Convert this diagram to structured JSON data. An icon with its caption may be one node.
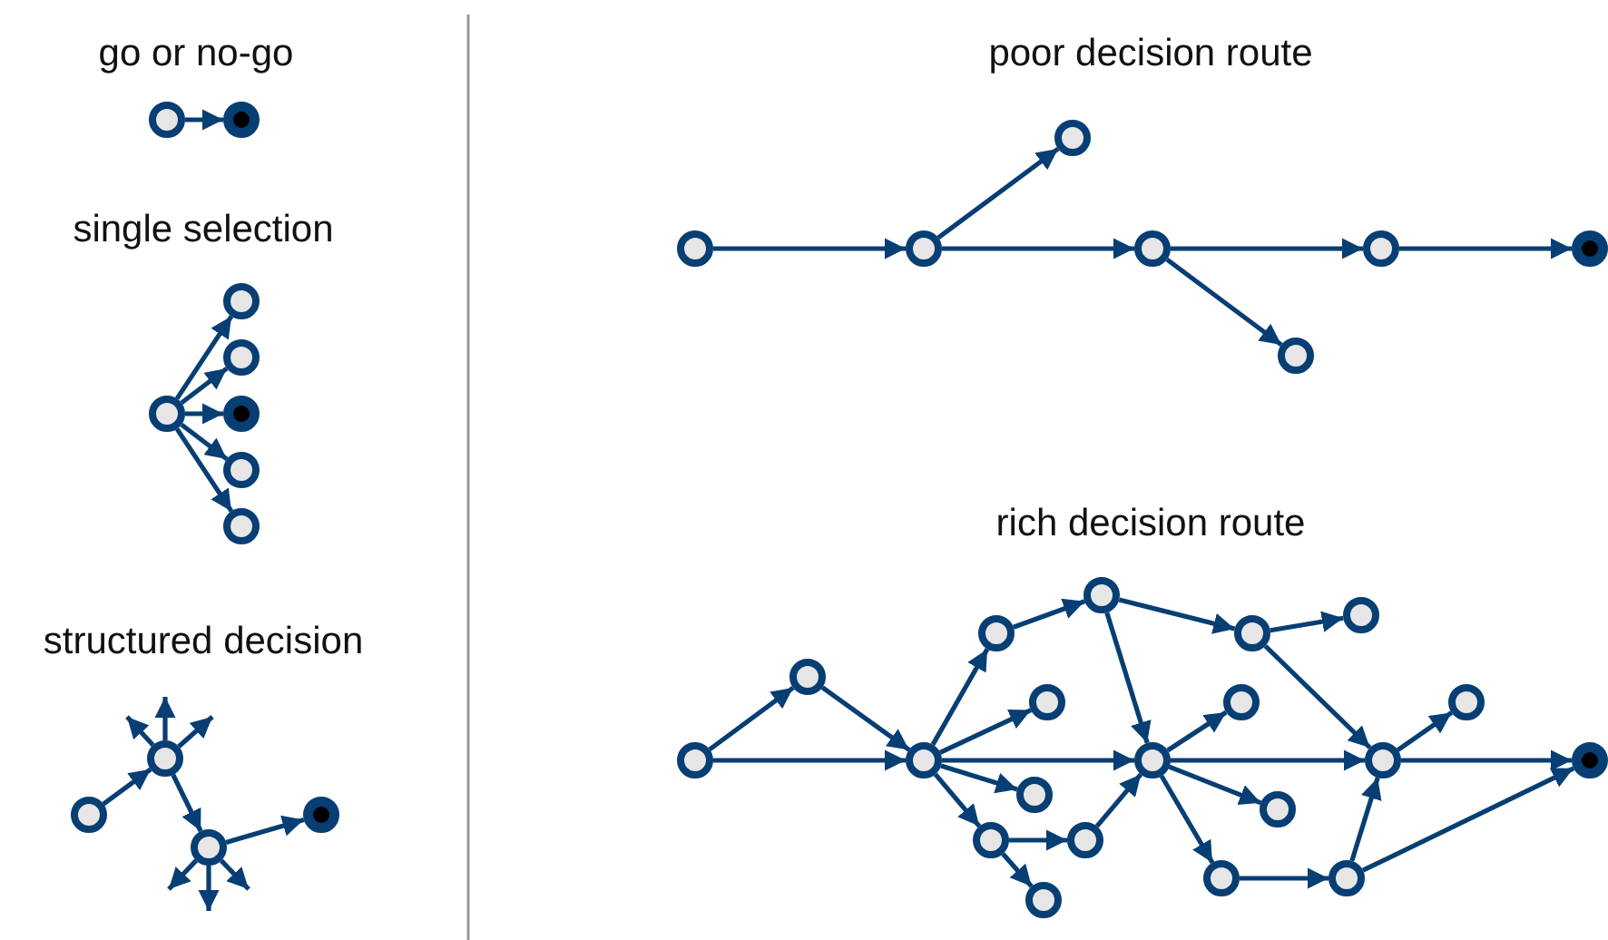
{
  "diagram": {
    "nodes": [
      {
        "text": [],
        "shape": "circle"
      },
      {
        "text": [],
        "shape": "circle"
      },
      {
        "text": [],
        "shape": "circle"
      },
      {
        "text": [],
        "shape": "circle"
      },
      {
        "text": [],
        "shape": "circle"
      },
      {
        "text": [],
        "shape": "circle"
      },
      {
        "text": [],
        "shape": "circle"
      },
      {
        "text": [],
        "shape": "circle"
      },
      {
        "text": [],
        "shape": "circle"
      },
      {
        "text": [],
        "shape": "circle"
      },
      {
        "text": [],
        "shape": "circle"
      },
      {
        "text": [],
        "shape": "circle"
      },
      {
        "text": [],
        "shape": "circle"
      },
      {
        "text": [],
        "shape": "circle"
      },
      {
        "text": [],
        "shape": "circle"
      },
      {
        "text": [],
        "shape": "circle"
      },
      {
        "text": [],
        "shape": "circle"
      },
      {
        "text": [],
        "shape": "circle"
      },
      {
        "text": [],
        "shape": "circle"
      },
      {
        "text": [],
        "shape": "circle"
      },
      {
        "text": [],
        "shape": "circle"
      },
      {
        "text": [],
        "shape": "circle"
      },
      {
        "text": [],
        "shape": "circle"
      },
      {
        "text": [],
        "shape": "circle"
      },
      {
        "text": [],
        "shape": "circle"
      },
      {
        "text": [],
        "shape": "circle"
      },
      {
        "text": [],
        "shape": "circle"
      },
      {
        "text": [],
        "shape": "circle"
      },
      {
        "text": [],
        "shape": "circle"
      },
      {
        "text": [],
        "shape": "circle"
      },
      {
        "text": [],
        "shape": "circle"
      },
      {
        "text": [],
        "shape": "circle"
      },
      {
        "text": [],
        "shape": "circle"
      },
      {
        "text": [],
        "shape": "circle"
      },
      {
        "text": [],
        "shape": "circle"
      },
      {
        "text": [],
        "shape": "circle"
      },
      {
        "text": [],
        "shape": "circle"
      },
      {
        "text": [],
        "shape": "circle"
      },
      {
        "text": [],
        "shape": "circle"
      }
    ],
    "edges": [
      {
        "from": 0,
        "to": 1,
        "arrow": "to"
      },
      {
        "from": 2,
        "to": 3,
        "arrow": "to"
      },
      {
        "from": 2,
        "to": 4,
        "arrow": "to"
      },
      {
        "from": 2,
        "to": 5,
        "arrow": "to"
      },
      {
        "from": 2,
        "to": 6,
        "arrow": "to"
      },
      {
        "from": 2,
        "to": 7,
        "arrow": "to"
      },
      {
        "from": 8,
        "to": 9,
        "arrow": "to"
      },
      {
        "from": 9,
        "to": 10,
        "arrow": "to"
      },
      {
        "from": 10,
        "to": 11,
        "arrow": "to"
      },
      {
        "from": 9,
        "to": null,
        "arrow": "to"
      },
      {
        "from": 9,
        "to": null,
        "arrow": "to"
      },
      {
        "from": 9,
        "to": null,
        "arrow": "to"
      },
      {
        "from": 10,
        "to": null,
        "arrow": "to"
      },
      {
        "from": 10,
        "to": null,
        "arrow": "to"
      },
      {
        "from": 10,
        "to": null,
        "arrow": "to"
      },
      {
        "from": 12,
        "to": 13,
        "arrow": "to"
      },
      {
        "from": 13,
        "to": 14,
        "arrow": "to"
      },
      {
        "from": 13,
        "to": 15,
        "arrow": "to"
      },
      {
        "from": 15,
        "to": 16,
        "arrow": "to"
      },
      {
        "from": 15,
        "to": 17,
        "arrow": "to"
      },
      {
        "from": 17,
        "to": 18,
        "arrow": "to"
      },
      {
        "from": 19,
        "to": 20,
        "arrow": "to"
      },
      {
        "from": 19,
        "to": 21,
        "arrow": "to"
      },
      {
        "from": 20,
        "to": 21,
        "arrow": "to"
      },
      {
        "from": 21,
        "to": 23,
        "arrow": "to"
      },
      {
        "from": 21,
        "to": 26,
        "arrow": "to"
      },
      {
        "from": 21,
        "to": 29,
        "arrow": "to"
      },
      {
        "from": 21,
        "to": 24,
        "arrow": "to"
      },
      {
        "from": 21,
        "to": 22,
        "arrow": "to"
      },
      {
        "from": 22,
        "to": 27,
        "arrow": "to"
      },
      {
        "from": 22,
        "to": 25,
        "arrow": "to"
      },
      {
        "from": 23,
        "to": 28,
        "arrow": "to"
      },
      {
        "from": 28,
        "to": 32,
        "arrow": "to"
      },
      {
        "from": 28,
        "to": 29,
        "arrow": "to"
      },
      {
        "from": 32,
        "to": 35,
        "arrow": "to"
      },
      {
        "from": 32,
        "to": 36,
        "arrow": "to"
      },
      {
        "from": 27,
        "to": 29,
        "arrow": "to"
      },
      {
        "from": 29,
        "to": 31,
        "arrow": "to"
      },
      {
        "from": 29,
        "to": 36,
        "arrow": "to"
      },
      {
        "from": 29,
        "to": 33,
        "arrow": "to"
      },
      {
        "from": 29,
        "to": 30,
        "arrow": "to"
      },
      {
        "from": 30,
        "to": 34,
        "arrow": "to"
      },
      {
        "from": 34,
        "to": 36,
        "arrow": "to"
      },
      {
        "from": 34,
        "to": 38,
        "arrow": "to"
      },
      {
        "from": 36,
        "to": 37,
        "arrow": "to"
      },
      {
        "from": 36,
        "to": 38,
        "arrow": "to"
      }
    ],
    "labels": [
      "go or no-go",
      "poor decision route",
      "single selection",
      "rich decision route",
      "structured decision"
    ]
  }
}
